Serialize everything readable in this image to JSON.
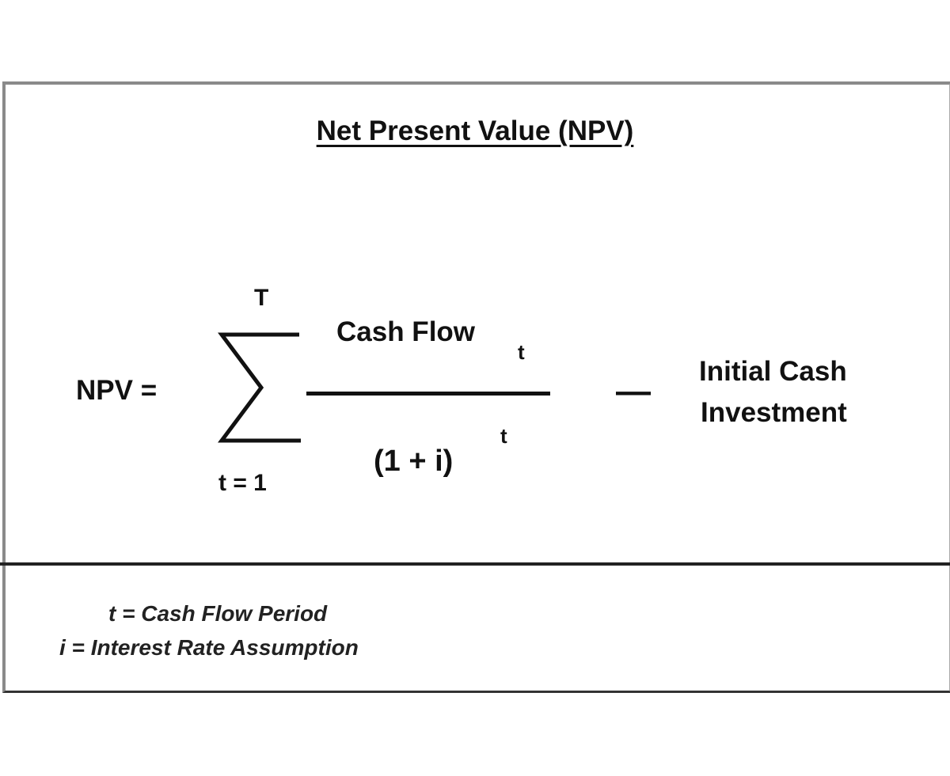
{
  "title": "Net Present Value (NPV)",
  "formula": {
    "lhs": "NPV =",
    "sum_upper": "T",
    "sum_lower": "t = 1",
    "numerator": "Cash Flow",
    "numerator_subscript": "t",
    "denominator": "(1 + i)",
    "denominator_exponent": "t",
    "operator": "—",
    "rhs_line1": "Initial Cash",
    "rhs_line2": "Investment"
  },
  "legend": [
    "t = Cash Flow Period",
    "i = Interest Rate Assumption"
  ]
}
